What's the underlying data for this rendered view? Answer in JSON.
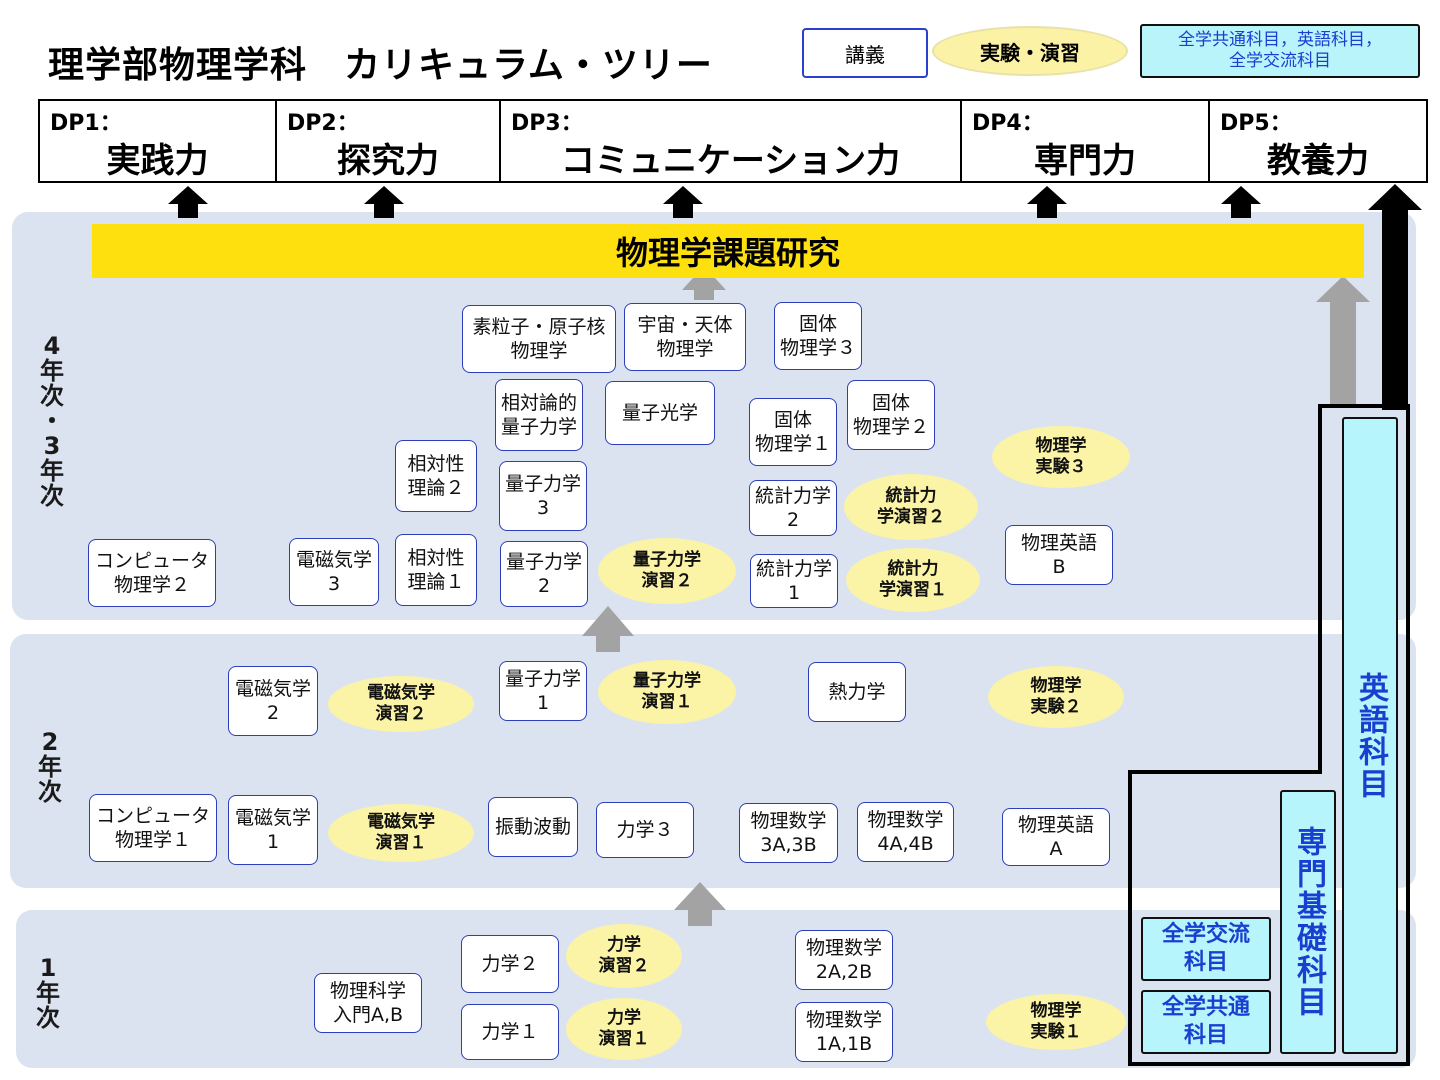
{
  "title": "理学部物理学科　カリキュラム・ツリー",
  "legend": {
    "lecture": "講義",
    "exercise": "実験・演習",
    "general_line1": "全学共通科目，英語科目，",
    "general_line2": "全学交流科目"
  },
  "dp": [
    {
      "code": "DP1：",
      "name": "実践力"
    },
    {
      "code": "DP2：",
      "name": "探究力"
    },
    {
      "code": "DP3：",
      "name": "コミュニケーション力"
    },
    {
      "code": "DP4：",
      "name": "専門力"
    },
    {
      "code": "DP5：",
      "name": "教養力"
    }
  ],
  "research": "物理学課題研究",
  "years": {
    "y34": "4\n年\n次\n・\n3\n年\n次",
    "y2": "2\n年\n次",
    "y1": "1\n年\n次"
  },
  "y34": {
    "particle": "素粒子・原子核\n物理学",
    "cosmo": "宇宙・天体\n物理学",
    "solid3": "固体\n物理学３",
    "relqm": "相対論的\n量子力学",
    "qoptics": "量子光学",
    "solid1": "固体\n物理学１",
    "solid2": "固体\n物理学２",
    "exp3": "物理学\n実験３",
    "rel2": "相対性\n理論２",
    "qm3": "量子力学\n3",
    "stat2": "統計力学\n2",
    "statex2": "統計力\n学演習２",
    "comp2": "コンピュータ\n物理学２",
    "em3": "電磁気学\n3",
    "rel1": "相対性\n理論１",
    "qm2": "量子力学\n2",
    "qmex2": "量子力学\n演習２",
    "stat1": "統計力学\n1",
    "statex1": "統計力\n学演習１",
    "engB": "物理英語\nB"
  },
  "y2": {
    "em2": "電磁気学\n2",
    "emex2": "電磁気学\n演習２",
    "qm1": "量子力学\n1",
    "qmex1": "量子力学\n演習１",
    "thermo": "熱力学",
    "exp2": "物理学\n実験２",
    "comp1": "コンピュータ\n物理学１",
    "em1": "電磁気学\n1",
    "emex1": "電磁気学\n演習１",
    "vib": "振動波動",
    "mech3": "力学３",
    "math3": "物理数学\n3A,3B",
    "math4": "物理数学\n4A,4B",
    "engA": "物理英語\nA"
  },
  "y1": {
    "intro": "物理科学\n入門A,B",
    "mech2": "力学２",
    "mechex2": "力学\n演習２",
    "mech1": "力学１",
    "mechex1": "力学\n演習１",
    "math2": "物理数学\n2A,2B",
    "math1": "物理数学\n1A,1B",
    "exp1": "物理学\n実験１"
  },
  "general_boxes": {
    "exchange": "全学交流\n科目",
    "common": "全学共通\n科目",
    "basic": "専門基礎科目",
    "english": "英語科目"
  },
  "colors": {
    "band": "#dce3f0",
    "research": "#ffe00f",
    "exercise": "#fbf3a6",
    "general": "#b6f5fb",
    "course_border": "#2c3fb8",
    "general_text": "#1a3fd0"
  }
}
